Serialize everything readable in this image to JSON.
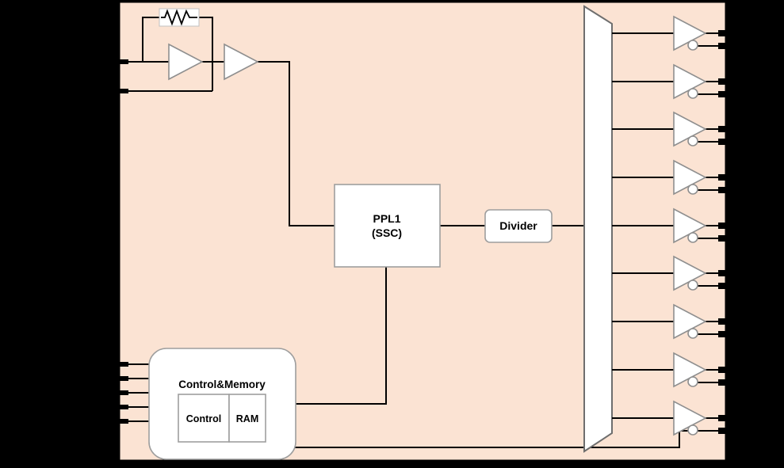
{
  "colors": {
    "background": "#000000",
    "chip_fill": "#fbe3d3",
    "chip_border": "#000000",
    "wire": "#000000",
    "block_fill": "#ffffff",
    "block_border": "#9e9e9e"
  },
  "blocks": {
    "pll": {
      "line1": "PPL1",
      "line2": "(SSC)"
    },
    "divider": {
      "label": "Divider"
    },
    "control_memory": {
      "title": "Control&Memory",
      "control_label": "Control",
      "ram_label": "RAM"
    }
  },
  "io": {
    "crystal_pin_count": 2,
    "control_pin_count": 5,
    "output_buffer_count": 9,
    "output_pins_per_buffer": 2
  }
}
